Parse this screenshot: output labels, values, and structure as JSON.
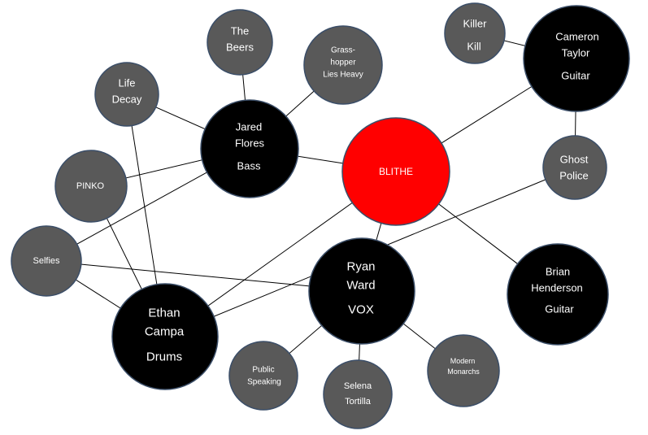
{
  "colors": {
    "band_member": "#000000",
    "other_band": "#595959",
    "center": "#ff0000",
    "node_border": "#3b4e68",
    "edge": "#000000",
    "label": "#ffffff"
  },
  "nodes": [
    {
      "id": "blithe",
      "kind": "center",
      "lines": [
        "BLITHE"
      ]
    },
    {
      "id": "jared-flores",
      "kind": "member",
      "lines": [
        "Jared",
        "Flores",
        "Bass"
      ]
    },
    {
      "id": "cameron-taylor",
      "kind": "member",
      "lines": [
        "Cameron",
        "Taylor",
        "Guitar"
      ]
    },
    {
      "id": "ryan-ward",
      "kind": "member",
      "lines": [
        "Ryan",
        "Ward",
        "VOX"
      ]
    },
    {
      "id": "ethan-campa",
      "kind": "member",
      "lines": [
        "Ethan",
        "Campa",
        "Drums"
      ]
    },
    {
      "id": "brian-henderson",
      "kind": "member",
      "lines": [
        "Brian",
        "Henderson",
        "Guitar"
      ]
    },
    {
      "id": "the-beers",
      "kind": "band",
      "lines": [
        "The",
        "Beers"
      ]
    },
    {
      "id": "grasshopper-lies-heavy",
      "kind": "band",
      "lines": [
        "Grass-",
        "hopper",
        "Lies Heavy"
      ]
    },
    {
      "id": "killer-kill",
      "kind": "band",
      "lines": [
        "Killer",
        "Kill"
      ]
    },
    {
      "id": "life-decay",
      "kind": "band",
      "lines": [
        "Life",
        "Decay"
      ]
    },
    {
      "id": "pinko",
      "kind": "band",
      "lines": [
        "PINKO"
      ]
    },
    {
      "id": "ghost-police",
      "kind": "band",
      "lines": [
        "Ghost",
        "Police"
      ]
    },
    {
      "id": "selfies",
      "kind": "band",
      "lines": [
        "Selfies"
      ]
    },
    {
      "id": "public-speaking",
      "kind": "band",
      "lines": [
        "Public",
        "Speaking"
      ]
    },
    {
      "id": "selena-tortilla",
      "kind": "band",
      "lines": [
        "Selena",
        "Tortilla"
      ]
    },
    {
      "id": "modern-monarchs",
      "kind": "band",
      "lines": [
        "Modern",
        "Monarchs"
      ]
    }
  ],
  "edges": [
    [
      "jared-flores",
      "blithe"
    ],
    [
      "cameron-taylor",
      "blithe"
    ],
    [
      "ryan-ward",
      "blithe"
    ],
    [
      "brian-henderson",
      "blithe"
    ],
    [
      "ethan-campa",
      "blithe"
    ],
    [
      "jared-flores",
      "the-beers"
    ],
    [
      "jared-flores",
      "grasshopper-lies-heavy"
    ],
    [
      "jared-flores",
      "life-decay"
    ],
    [
      "jared-flores",
      "pinko"
    ],
    [
      "jared-flores",
      "selfies"
    ],
    [
      "cameron-taylor",
      "killer-kill"
    ],
    [
      "cameron-taylor",
      "ghost-police"
    ],
    [
      "ethan-campa",
      "ghost-police"
    ],
    [
      "ethan-campa",
      "life-decay"
    ],
    [
      "ethan-campa",
      "pinko"
    ],
    [
      "ethan-campa",
      "selfies"
    ],
    [
      "ryan-ward",
      "selfies"
    ],
    [
      "ryan-ward",
      "public-speaking"
    ],
    [
      "ryan-ward",
      "selena-tortilla"
    ],
    [
      "ryan-ward",
      "modern-monarchs"
    ]
  ]
}
